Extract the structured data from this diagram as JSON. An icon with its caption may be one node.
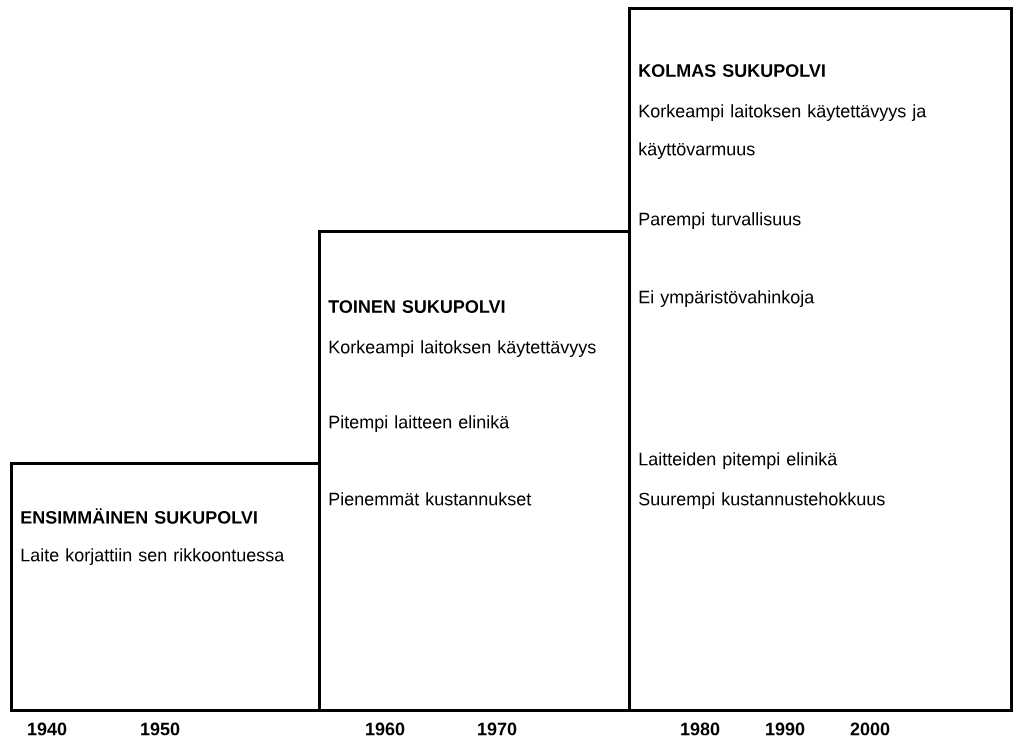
{
  "diagram": {
    "nodes": [
      {
        "text": [
          "ENSIMMÄINEN SUKUPOLVI",
          "Laite korjattiin sen rikkoontuessa"
        ]
      },
      {
        "text": [
          "TOINEN SUKUPOLVI",
          "Korkeampi laitoksen käytettävyys",
          "Pitempi laitteen elinikä",
          "Pienemmät kustannukset"
        ]
      },
      {
        "text": [
          "KOLMAS SUKUPOLVI",
          "Korkeampi laitoksen käytettävyys ja käyttövarmuus",
          "Parempi turvallisuus",
          "Ei ympäristövahinkoja",
          "Laitteiden pitempi elinikä",
          "Suurempi kustannustehokkuus"
        ]
      }
    ],
    "labels": [
      "1940",
      "1950",
      "1960",
      "1970",
      "1980",
      "1990",
      "2000"
    ]
  }
}
